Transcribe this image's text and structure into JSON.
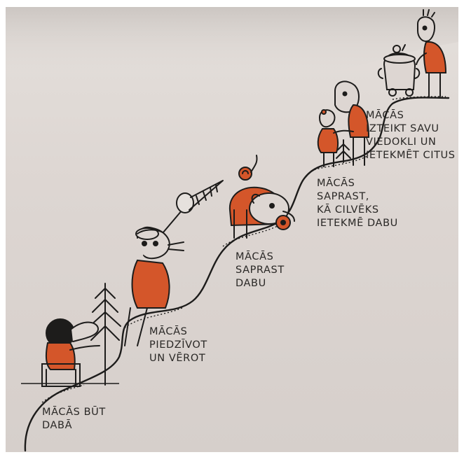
{
  "illustration": {
    "colors": {
      "ink": "#1d1c1b",
      "accent": "#d4562a",
      "paper": "#ddd6d2"
    },
    "steps": [
      {
        "lines": [
          "MĀCĀS  BŪT",
          "DABĀ"
        ]
      },
      {
        "lines": [
          "MĀCĀS",
          "PIEDZĪVOT",
          "UN VĒROT"
        ]
      },
      {
        "lines": [
          "MĀCĀS",
          "SAPRAST",
          "DABU"
        ]
      },
      {
        "lines": [
          "MĀCĀS",
          "SAPRAST,",
          "KĀ CILVĒKS",
          "IETEKMĒ DABU"
        ]
      },
      {
        "lines": [
          "MĀCĀS",
          "IZTEIKT SAVU",
          "VIEDOKLI UN",
          "IETEKMĒT CITUS"
        ]
      }
    ]
  }
}
